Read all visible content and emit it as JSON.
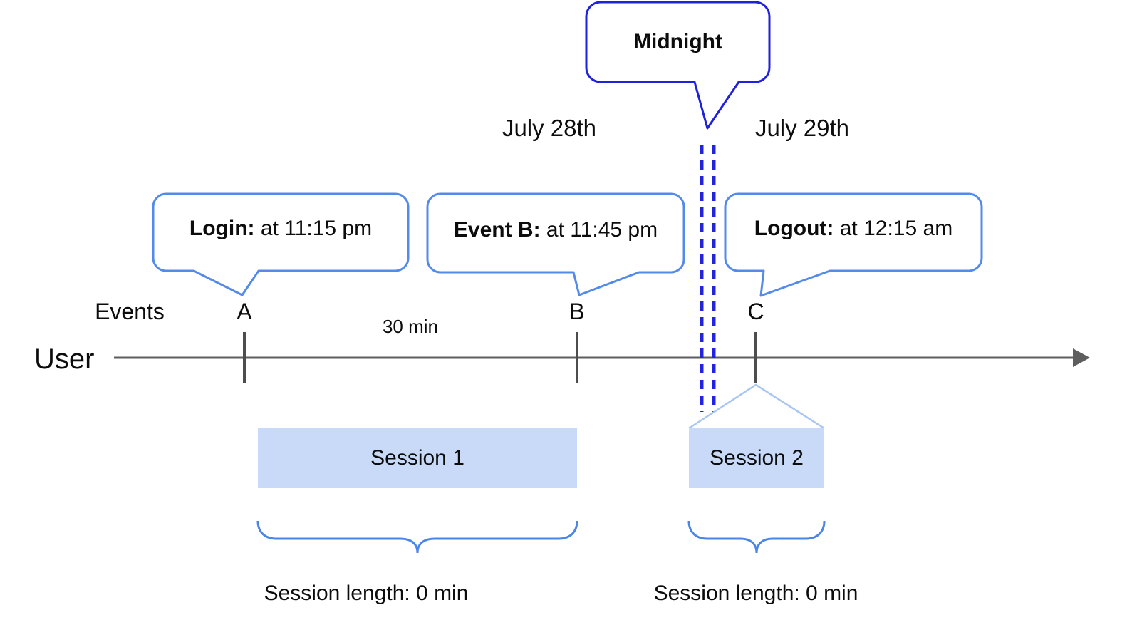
{
  "diagram": {
    "midnight_callout": "Midnight",
    "dates": {
      "before": "July 28th",
      "after": "July 29th"
    },
    "event_callouts": [
      {
        "label": "Login:",
        "detail": " at 11:15 pm"
      },
      {
        "label": "Event B:",
        "detail": " at 11:45 pm"
      },
      {
        "label": "Logout:",
        "detail": " at 12:15 am"
      }
    ],
    "axis": {
      "row_label": "Events",
      "timeline_label": "User",
      "interval_label": "30 min",
      "event_marks": [
        "A",
        "B",
        "C"
      ]
    },
    "sessions": [
      {
        "name": "Session 1",
        "length_label": "Session length: 0 min"
      },
      {
        "name": "Session 2",
        "length_label": "Session length: 0 min"
      }
    ],
    "colors": {
      "callout_border": "#548bea",
      "midnight_border": "#1f22dd",
      "midnight_dash": "#2124d8",
      "session_fill": "#c9daf8",
      "session_roof": "#a8c6f5",
      "brace": "#4a86e8",
      "timeline": "#5e5e5e",
      "tick": "#4d4d4d",
      "text": "#0c0c0c"
    }
  }
}
